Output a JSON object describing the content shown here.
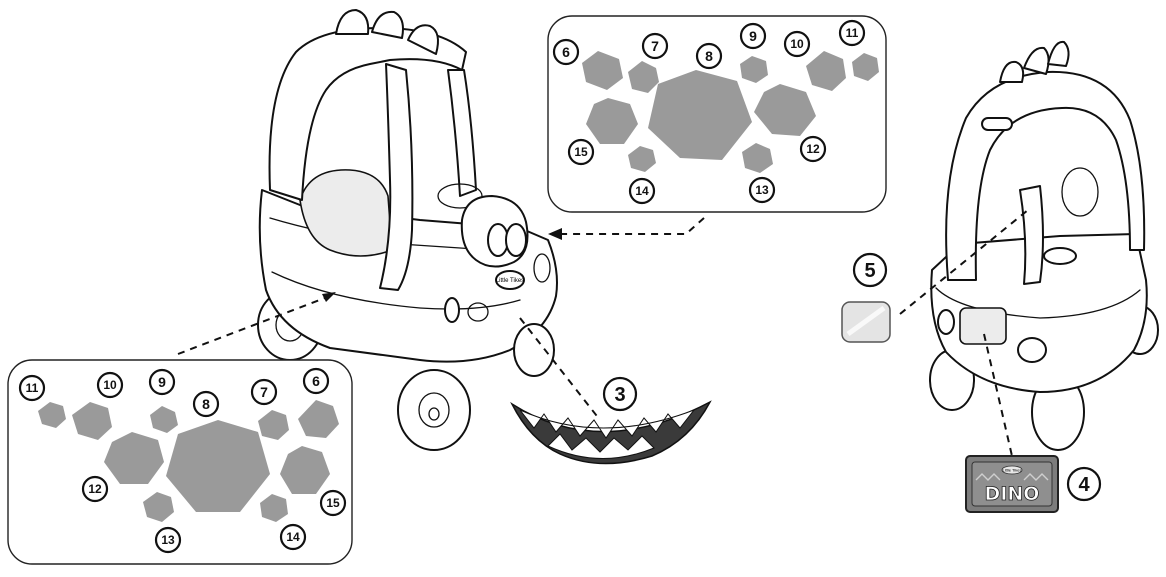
{
  "callouts": {
    "mouth": "3",
    "plate": "4",
    "badge": "5"
  },
  "plate_text": "DINO",
  "plate_logo": "Little Tikes",
  "car_logo": "Little Tikes",
  "top_panel": {
    "labels": [
      "6",
      "7",
      "8",
      "9",
      "10",
      "11",
      "12",
      "13",
      "14",
      "15"
    ]
  },
  "bottom_panel": {
    "labels": [
      "11",
      "10",
      "9",
      "8",
      "7",
      "6",
      "12",
      "13",
      "14",
      "15"
    ]
  },
  "colors": {
    "hexagon_fill": "#9a9a9a",
    "outline": "#111111",
    "plate": "#7d7d7d"
  }
}
